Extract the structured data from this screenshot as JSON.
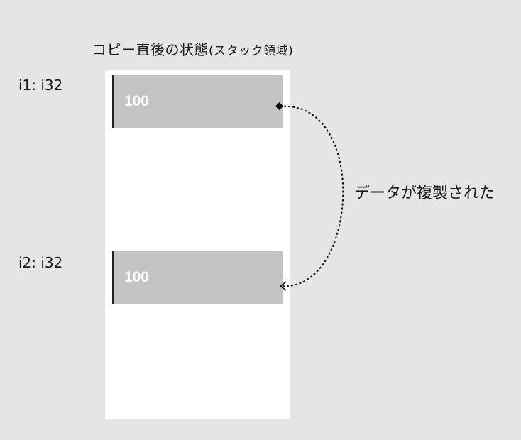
{
  "title": {
    "main": "コピー直後の状態",
    "paren": "(スタック領域)"
  },
  "variables": [
    {
      "label": "i1: i32",
      "value": "100"
    },
    {
      "label": "i2: i32",
      "value": "100"
    }
  ],
  "annotation": "データが複製された"
}
